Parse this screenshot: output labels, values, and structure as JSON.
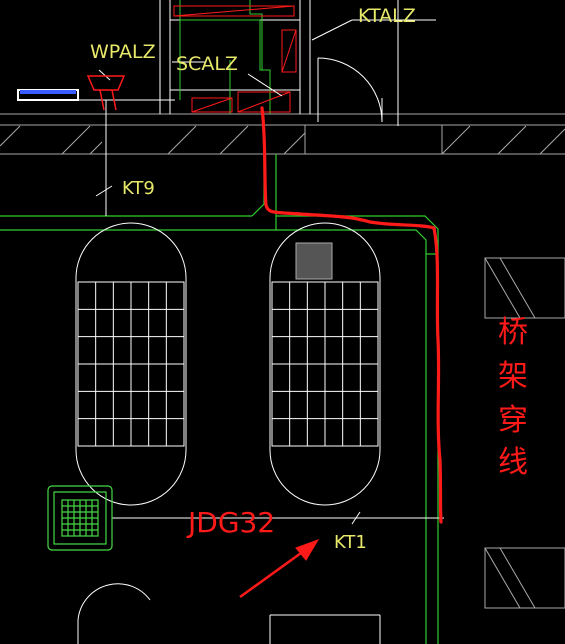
{
  "labels": {
    "ktalz": "KTALZ",
    "wpalz": "WPALZ",
    "scalz": "SCALZ",
    "kt9": "KT9",
    "kt1": "KT1",
    "jdg32": "JDG32",
    "annotation_vertical": [
      "桥",
      "架",
      "穿",
      "线"
    ]
  },
  "colors": {
    "background": "#000000",
    "wall": "#ffffff",
    "wall_dim": "#a9a9a9",
    "tray_green": "#32cd32",
    "annotation_red": "#ff1a1a",
    "label_yellow": "#e8e86a",
    "fixture_gray": "#888888",
    "fan_green": "#46d946"
  }
}
